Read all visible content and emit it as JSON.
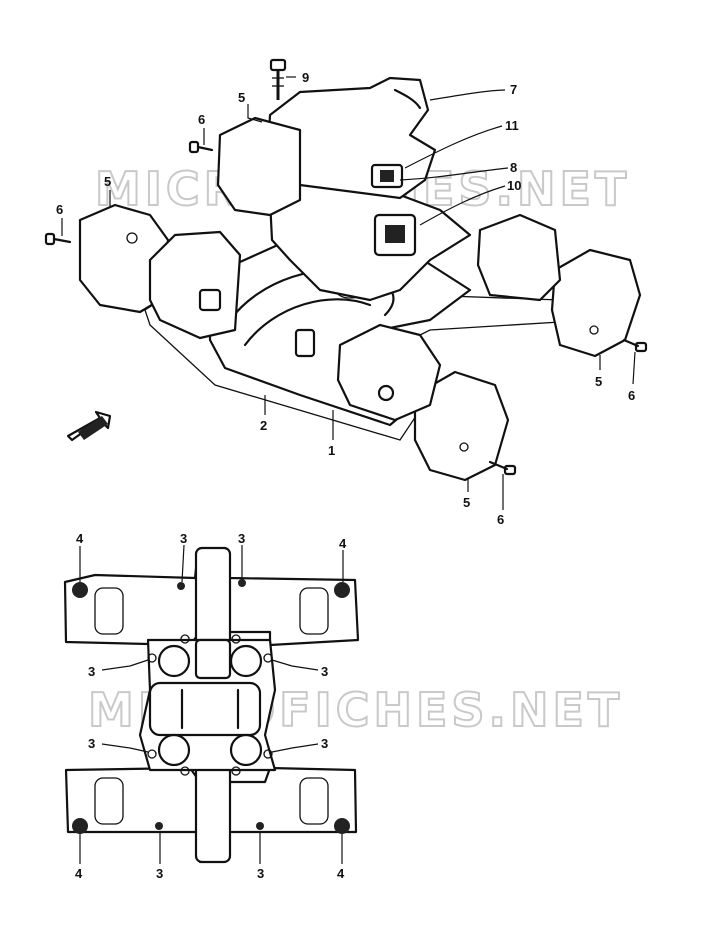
{
  "watermark": "MICROFICHES.NET",
  "callouts": {
    "upper": [
      "9",
      "7",
      "11",
      "8",
      "10",
      "5",
      "6",
      "5",
      "6",
      "5",
      "6",
      "5",
      "6",
      "2",
      "1"
    ],
    "lower": [
      "3",
      "3",
      "4",
      "4",
      "3",
      "3",
      "3",
      "3",
      "4",
      "3",
      "3",
      "4"
    ]
  },
  "icons": {
    "direction_arrow": "front-direction-arrow-icon"
  }
}
